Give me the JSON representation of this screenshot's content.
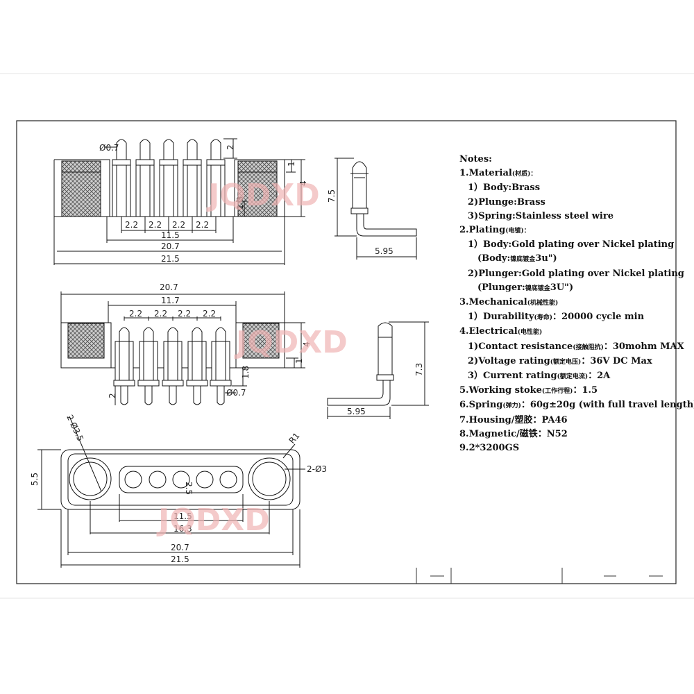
{
  "watermark": "JQDXD",
  "notes": {
    "heading": "Notes:",
    "material": {
      "title": "1.Material",
      "title_cn": "(材质)：",
      "body": "1）Body:Brass",
      "plunge": "2)Plunge:Brass",
      "spring": "3)Spring:Stainless steel wire"
    },
    "plating": {
      "title": "2.Plating",
      "title_cn": "(电镀)：",
      "body": "1）Body:Gold plating over Nickel plating",
      "body_note": "(Body:",
      "body_note_cn": "镍底镀金",
      "body_note_end": "3u\")",
      "plunger": "2)Plunger:Gold plating over Nickel plating",
      "plunger_note": "(Plunger:",
      "plunger_note_cn": "镍底镀金",
      "plunger_note_end": "3U\")"
    },
    "mechanical": {
      "title": "3.Mechanical",
      "title_cn": "(机械性能)",
      "durability": "1）Durability",
      "durability_cn": "(寿命)",
      "durability_val": "：20000 cycle  min"
    },
    "electrical": {
      "title": "4.Electrical",
      "title_cn": "(电性能)",
      "contact": "1)Contact resistance",
      "contact_cn": "(接触阻抗)",
      "contact_val": "：30mohm MAX",
      "voltage": "2)Voltage rating",
      "voltage_cn": "(额定电压)",
      "voltage_val": "：36V DC Max",
      "current": "3）Current rating",
      "current_cn": "(额定电流)",
      "current_val": "：2A"
    },
    "working": "5.Working stoke",
    "working_cn": "(工作行程)",
    "working_val": "：1.5",
    "spring": "6.Spring",
    "spring_cn": "(弹力)",
    "spring_val": "：60g±20g (with full travel length)",
    "housing": "7.Housing/塑胶：PA46",
    "magnetic": "8.Magnetic/磁铁：N52",
    "gauss": "9.2*3200GS"
  },
  "dims": {
    "top": {
      "pin_dia": "Ø0.7",
      "pin_len": "2",
      "top_h": "1",
      "total_h": "4",
      "base_h": "1.3",
      "pitch": [
        "2.2",
        "2.2",
        "2.2",
        "2.2"
      ],
      "span": "11.5",
      "inner": "20.7",
      "outer": "21.5"
    },
    "side_top": {
      "height": "7.5",
      "width": "5.95"
    },
    "mid": {
      "inner": "20.7",
      "span": "11.7",
      "pitch": [
        "2.2",
        "2.2",
        "2.2",
        "2.2"
      ],
      "total_h": "4",
      "top_h": "1",
      "base_h": "1.8",
      "pin_len": "2",
      "pin_dia": "Ø0.7"
    },
    "side_mid": {
      "height": "7.3",
      "width": "5.95"
    },
    "bottom": {
      "hole_big": "2-Ø3.5",
      "radius": "R1",
      "hole_small": "2-Ø3",
      "height": "5.5",
      "slot_h": "2.5",
      "span_a": "11.5",
      "span_b": "16.3",
      "inner": "20.7",
      "outer": "21.5"
    }
  }
}
